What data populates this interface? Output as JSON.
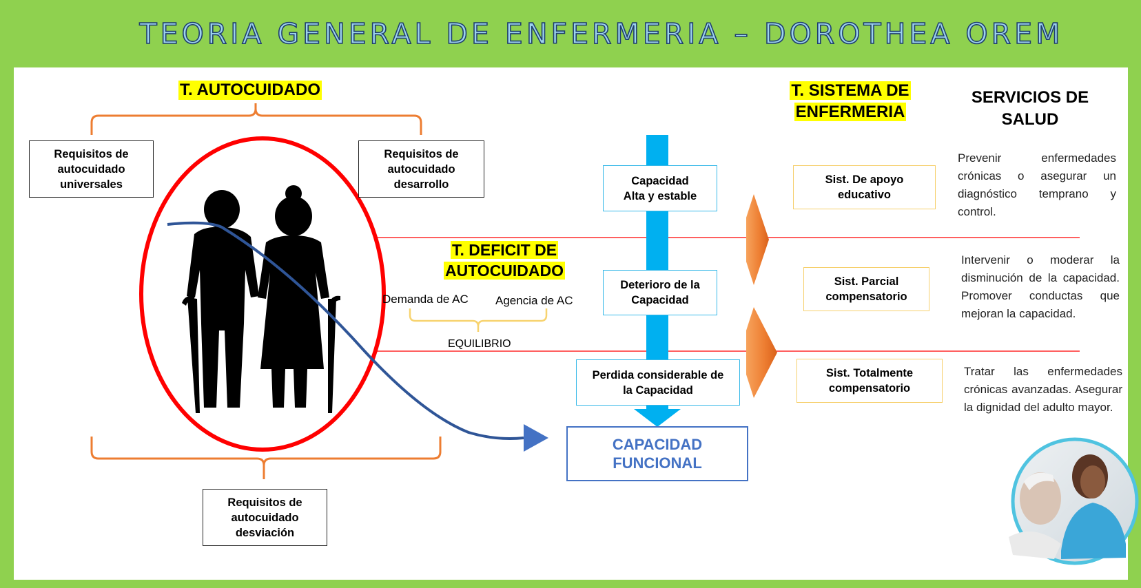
{
  "title": "TEORIA GENERAL DE ENFERMERIA – DOROTHEA OREM",
  "autocuidado": {
    "heading": "T. AUTOCUIDADO",
    "req_universales": "Requisitos de autocuidado universales",
    "req_desarrollo": "Requisitos de autocuidado desarrollo",
    "req_desviacion": "Requisitos de autocuidado desviación"
  },
  "deficit": {
    "heading": "T. DEFICIT DE AUTOCUIDADO",
    "demanda": "Demanda de AC",
    "agencia": "Agencia de AC",
    "equilibrio": "EQUILIBRIO"
  },
  "capacidad": {
    "alta": "Capacidad Alta y estable",
    "deterioro": "Deterioro de la Capacidad",
    "perdida": "Perdida considerable de la Capacidad",
    "funcional": "CAPACIDAD FUNCIONAL"
  },
  "sistema": {
    "heading": "T. SISTEMA DE ENFERMERIA",
    "apoyo": "Sist. De apoyo educativo",
    "parcial": "Sist. Parcial compensatorio",
    "total": "Sist. Totalmente compensatorio"
  },
  "servicios": {
    "heading": "SERVICIOS DE SALUD",
    "desc1": "Prevenir enfermedades crónicas o asegurar un diagnóstico temprano y control.",
    "desc2": "Intervenir o moderar la disminución de la capacidad. Promover conductas que mejoran la capacidad.",
    "desc3": "Tratar las enfermedades crónicas avanzadas. Asegurar la dignidad del adulto mayor."
  },
  "colors": {
    "frame_green": "#8fd14f",
    "highlight_yellow": "#ffff00",
    "brace_orange": "#ed7d31",
    "circle_red": "#ff0000",
    "cyan_arrow": "#00b0f0",
    "curve_blue": "#2f5597",
    "funcional_blue": "#4472c4"
  }
}
